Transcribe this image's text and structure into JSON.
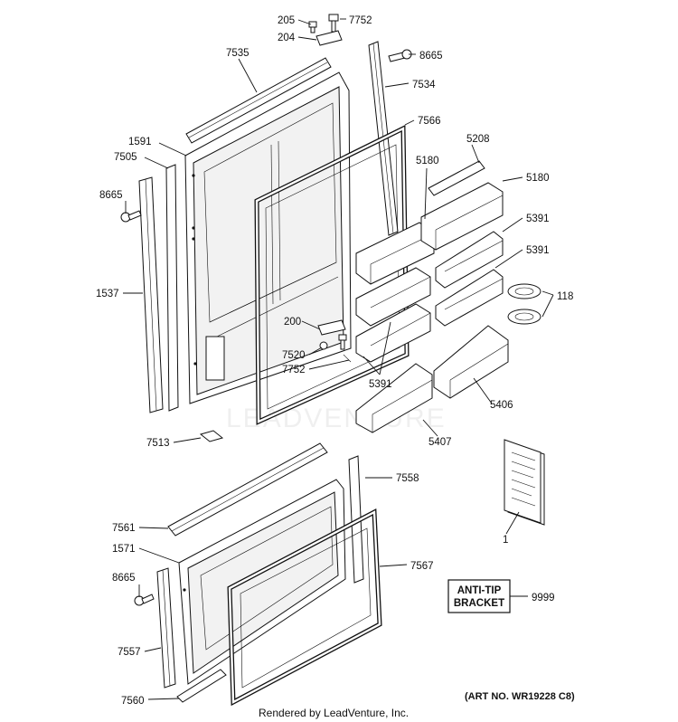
{
  "labels": {
    "p205": "205",
    "p7752a": "7752",
    "p204": "204",
    "p8665a": "8665",
    "p7535": "7535",
    "p7534": "7534",
    "p7566": "7566",
    "p1591": "1591",
    "p7505": "7505",
    "p5208": "5208",
    "p5180a": "5180",
    "p5180b": "5180",
    "p8665b": "8665",
    "p5391a": "5391",
    "p5391b": "5391",
    "p1537": "1537",
    "p118": "118",
    "p200": "200",
    "p7520": "7520",
    "p7752b": "7752",
    "p5391c": "5391",
    "p5406": "5406",
    "p5407": "5407",
    "p7513": "7513",
    "p7558": "7558",
    "p7561": "7561",
    "p1571": "1571",
    "p1": "1",
    "p7567": "7567",
    "p8665c": "8665",
    "p9999": "9999",
    "p7557": "7557",
    "p7560": "7560"
  },
  "anti_tip": {
    "line1": "ANTI-TIP",
    "line2": "BRACKET"
  },
  "footer": {
    "rendered_by": "Rendered by LeadVenture, Inc.",
    "art_no": "(ART NO. WR19228 C8)"
  },
  "watermark": "LEADVENTURE"
}
